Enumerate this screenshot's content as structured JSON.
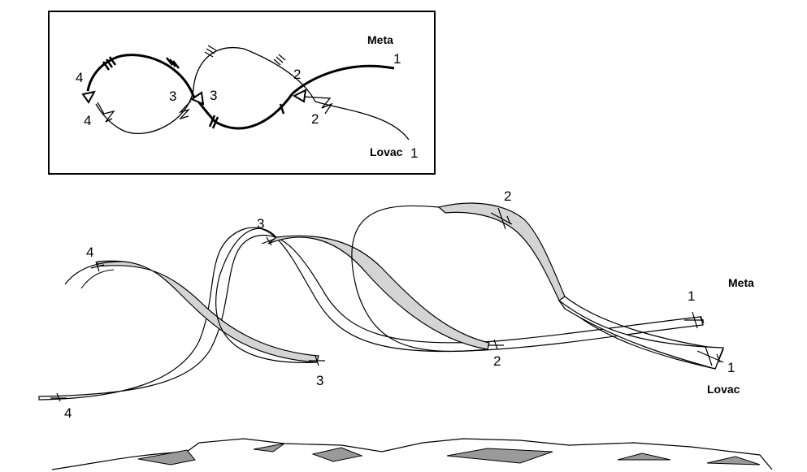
{
  "inset": {
    "target_label": "Meta",
    "fighter_label": "Lovac",
    "target_positions": [
      "1",
      "2",
      "3",
      "4"
    ],
    "fighter_positions": [
      "1",
      "2",
      "3",
      "4"
    ]
  },
  "main": {
    "target_label": "Meta",
    "fighter_label": "Lovac",
    "upper_positions": [
      "1",
      "2",
      "3",
      "4"
    ],
    "lower_positions": [
      "1",
      "2",
      "3",
      "4"
    ]
  },
  "colors": {
    "ink": "#000000",
    "ribbon_shaded": "#d4d4d4",
    "ribbon_light": "#ffffff",
    "terrain_fill": "#9a9a9a"
  }
}
